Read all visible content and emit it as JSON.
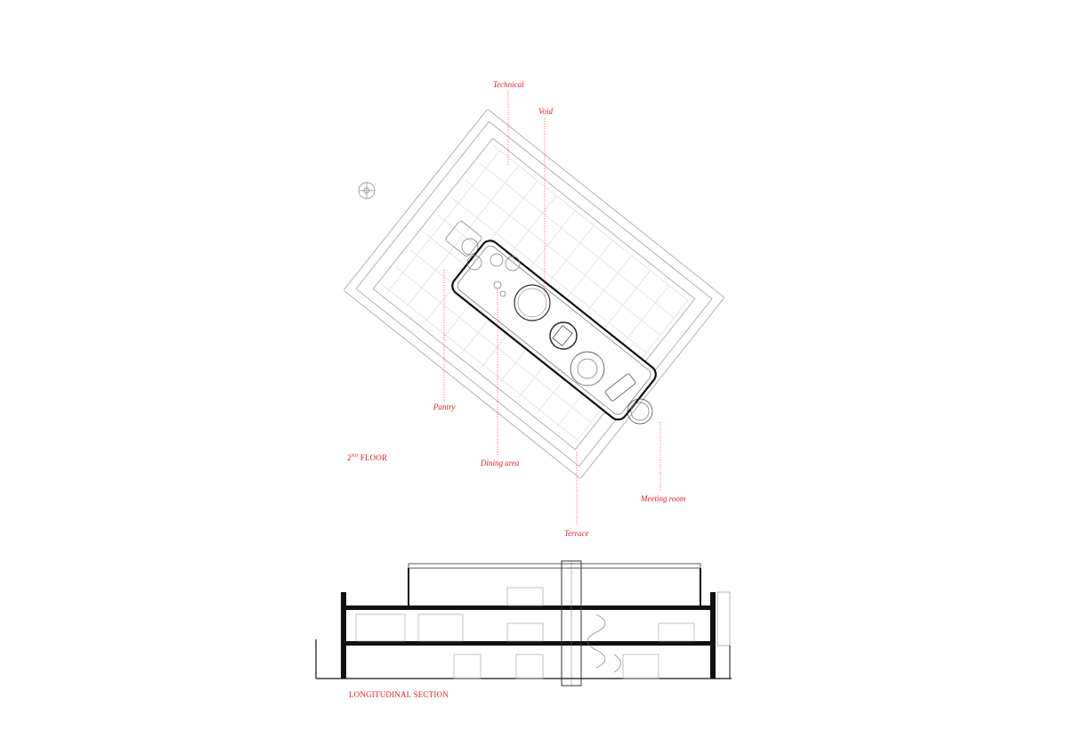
{
  "colors": {
    "accent": "#e3191f",
    "line": "#9a9a9a",
    "ink": "#111111"
  },
  "plan": {
    "title_prefix": "2",
    "title_sup": "ND",
    "title_suffix": " FLOOR",
    "labels": {
      "technical": "Technical",
      "void": "Void",
      "pantry": "Pantry",
      "dining": "Dining area",
      "meeting": "Meeting room",
      "terrace": "Terrace"
    }
  },
  "section": {
    "title": "LONGITUDINAL SECTION"
  }
}
